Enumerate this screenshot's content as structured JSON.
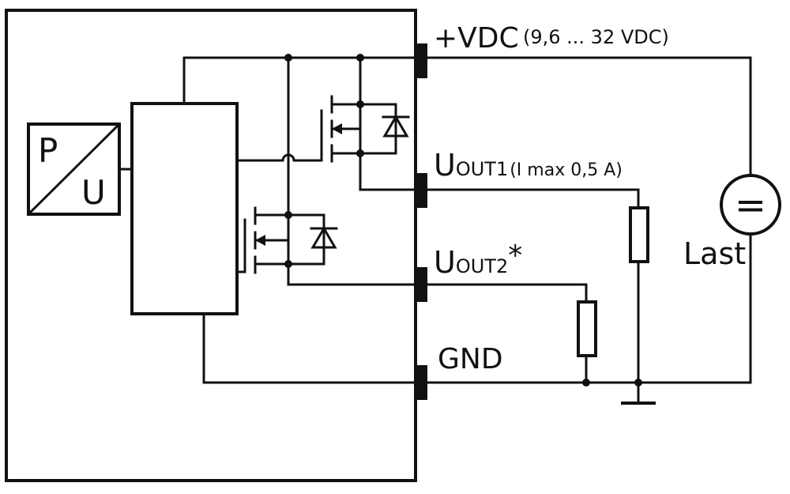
{
  "labels": {
    "vdc": "+VDC",
    "vdc_range": "(9,6 ... 32 VDC)",
    "uout1_main": "U",
    "uout1_sub": "OUT1",
    "uout1_note": "(I max 0,5 A)",
    "uout2_main": "U",
    "uout2_sub": "OUT2",
    "uout2_star": "*",
    "gnd": "GND",
    "load": "Last",
    "pu_p": "P",
    "pu_u": "U",
    "meter_symbol": "="
  }
}
